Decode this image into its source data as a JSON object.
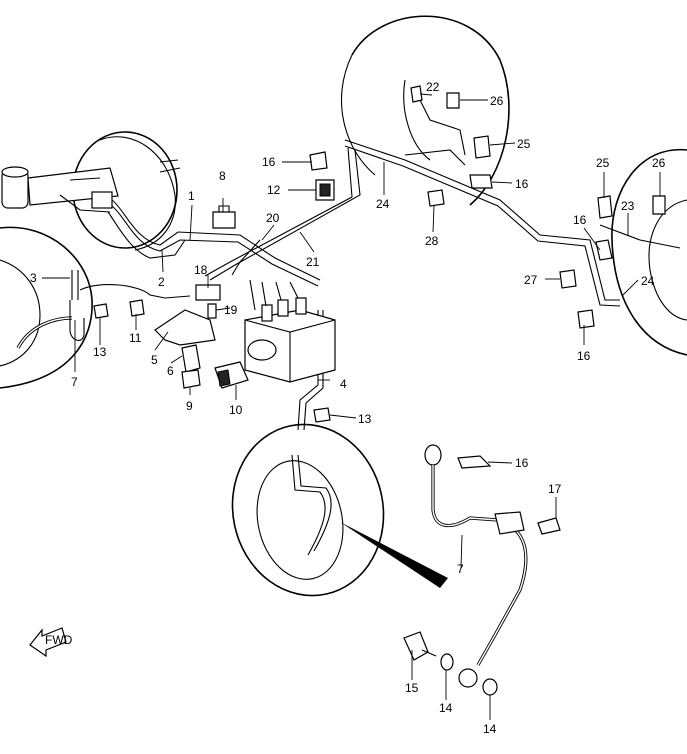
{
  "callouts": {
    "c1": "1",
    "c2": "2",
    "c3": "3",
    "c4": "4",
    "c5": "5",
    "c6": "6",
    "c7a": "7",
    "c7b": "7",
    "c8": "8",
    "c9": "9",
    "c10": "10",
    "c11": "11",
    "c12": "12",
    "c13a": "13",
    "c13b": "13",
    "c14a": "14",
    "c14b": "14",
    "c15": "15",
    "c16a": "16",
    "c16b": "16",
    "c16c": "16",
    "c16d": "16",
    "c16e": "16",
    "c17": "17",
    "c18": "18",
    "c19": "19",
    "c20": "20",
    "c21": "21",
    "c22": "22",
    "c23": "23",
    "c24a": "24",
    "c24b": "24",
    "c25a": "25",
    "c25b": "25",
    "c26a": "26",
    "c26b": "26",
    "c27": "27",
    "c28": "28"
  },
  "direction_badge": "FWD",
  "icons": {
    "direction": "forward-arrow-icon"
  }
}
